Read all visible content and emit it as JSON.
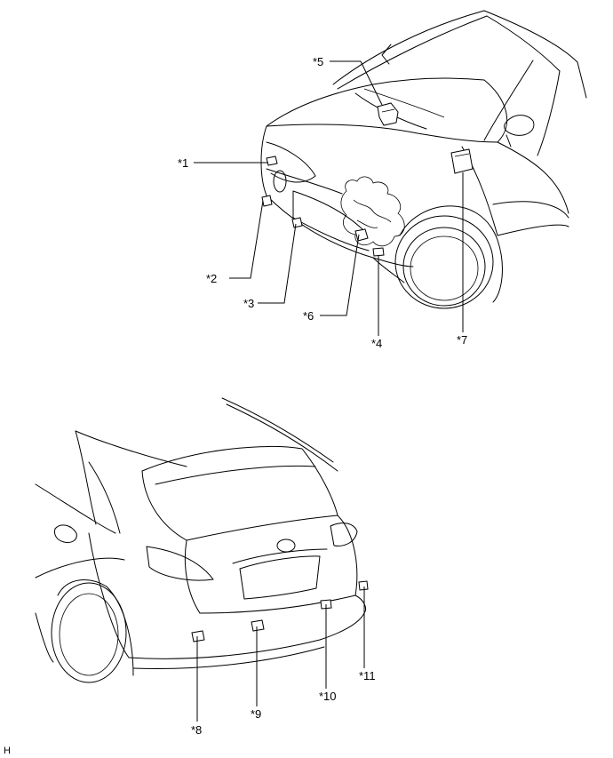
{
  "labels": {
    "c1": "*1",
    "c2": "*2",
    "c3": "*3",
    "c4": "*4",
    "c5": "*5",
    "c6": "*6",
    "c7": "*7",
    "c8": "*8",
    "c9": "*9",
    "c10": "*10",
    "c11": "*11"
  },
  "corner_mark": "H"
}
